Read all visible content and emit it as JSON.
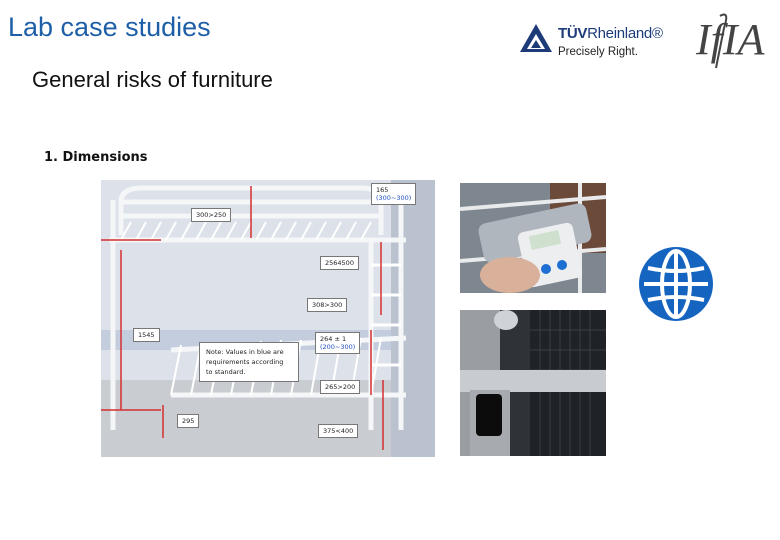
{
  "slide": {
    "title": "Lab case studies",
    "subtitle": "General risks of furniture",
    "section": "1.  Dimensions"
  },
  "logos": {
    "tuv_name_bold": "TÜV",
    "tuv_name_rest": "Rheinland®",
    "tuv_tagline": "Precisely Right.",
    "ifia": "IfIA"
  },
  "bed_labels": {
    "l1": "165",
    "l1_req": "(300~300)",
    "l2": "300>250",
    "l3": "2564500",
    "l4": "308>300",
    "l5": "1545",
    "l6": "264 ± 1",
    "l6_req": "(200~300)",
    "l7": "265>200",
    "l8": "295",
    "l9": "375<400",
    "note_lines": [
      "Note: Values in blue are",
      "requirements according",
      "to standard."
    ]
  },
  "icons": [
    "tuv-triangle-icon",
    "globe-icon"
  ],
  "colors": {
    "title": "#1f5fa8",
    "tuv_blue": "#1c3b78",
    "globe": "#1565c0",
    "ifia": "#444444"
  }
}
